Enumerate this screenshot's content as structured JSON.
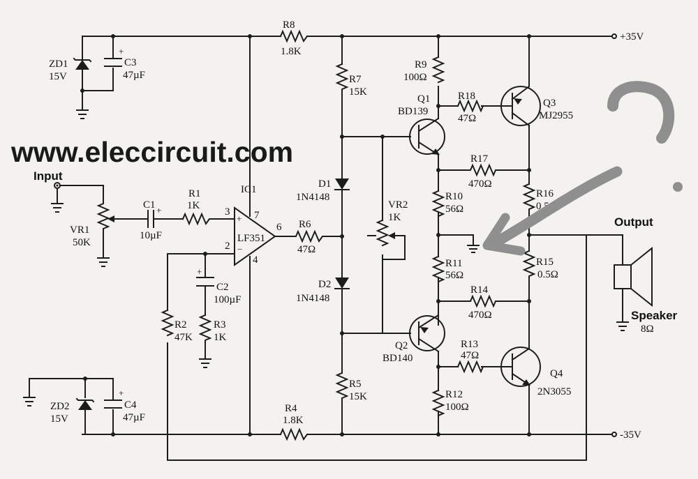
{
  "website": "www.eleccircuit.com",
  "rails": {
    "pos": "+35V",
    "neg": "-35V"
  },
  "io": {
    "input": "Input",
    "output": "Output",
    "speaker": "Speaker",
    "speaker_imp": "8Ω"
  },
  "ic": {
    "ref": "IC1",
    "part": "LF351",
    "pin3": "3",
    "pin2": "2",
    "pin7": "7",
    "pin4": "4",
    "pin6": "6"
  },
  "components": {
    "zd1": {
      "ref": "ZD1",
      "value": "15V"
    },
    "zd2": {
      "ref": "ZD2",
      "value": "15V"
    },
    "c3": {
      "ref": "C3",
      "value": "47µF"
    },
    "c4": {
      "ref": "C4",
      "value": "47µF"
    },
    "c1": {
      "ref": "C1",
      "value": "10µF"
    },
    "c2": {
      "ref": "C2",
      "value": "100µF"
    },
    "vr1": {
      "ref": "VR1",
      "value": "50K"
    },
    "vr2": {
      "ref": "VR2",
      "value": "1K"
    },
    "r1": {
      "ref": "R1",
      "value": "1K"
    },
    "r2": {
      "ref": "R2",
      "value": "47K"
    },
    "r3": {
      "ref": "R3",
      "value": "1K"
    },
    "r4": {
      "ref": "R4",
      "value": "1.8K"
    },
    "r5": {
      "ref": "R5",
      "value": "15K"
    },
    "r6": {
      "ref": "R6",
      "value": "47Ω"
    },
    "r7": {
      "ref": "R7",
      "value": "15K"
    },
    "r8": {
      "ref": "R8",
      "value": "1.8K"
    },
    "r9": {
      "ref": "R9",
      "value": "100Ω"
    },
    "r10": {
      "ref": "R10",
      "value": "56Ω"
    },
    "r11": {
      "ref": "R11",
      "value": "56Ω"
    },
    "r12": {
      "ref": "R12",
      "value": "100Ω"
    },
    "r13": {
      "ref": "R13",
      "value": "47Ω"
    },
    "r14": {
      "ref": "R14",
      "value": "470Ω"
    },
    "r15": {
      "ref": "R15",
      "value": "0.5Ω"
    },
    "r16": {
      "ref": "R16",
      "value": "0.5"
    },
    "r17": {
      "ref": "R17",
      "value": "470Ω"
    },
    "r18": {
      "ref": "R18",
      "value": "47Ω"
    },
    "d1": {
      "ref": "D1",
      "value": "1N4148"
    },
    "d2": {
      "ref": "D2",
      "value": "1N4148"
    },
    "q1": {
      "ref": "Q1",
      "value": "BD139"
    },
    "q2": {
      "ref": "Q2",
      "value": "BD140"
    },
    "q3": {
      "ref": "Q3",
      "value": "MJ2955"
    },
    "q4": {
      "ref": "Q4",
      "value": "2N3055"
    }
  },
  "annotation": {
    "mark": "?",
    "color": "#8f8f8f"
  }
}
